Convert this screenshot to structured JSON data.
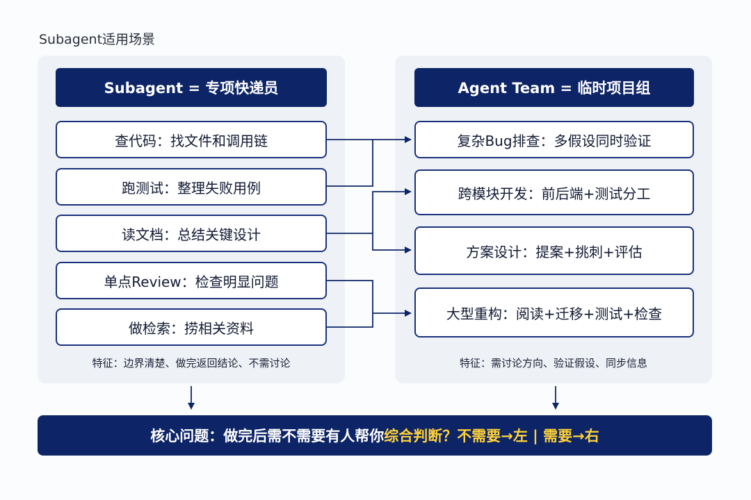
{
  "page_title": "Subagent适用场景",
  "left_panel": {
    "header": "Subagent = 专项快递员",
    "items": [
      "查代码：找文件和调用链",
      "跑测试：整理失败用例",
      "读文档：总结关键设计",
      "单点Review：检查明显问题",
      "做检索：捞相关资料"
    ],
    "footnote": "特征：边界清楚、做完返回结论、不需讨论"
  },
  "right_panel": {
    "header": "Agent Team = 临时项目组",
    "items": [
      "复杂Bug排查：多假设同时验证",
      "跨模块开发：前后端+测试分工",
      "方案设计：提案+挑刺+评估",
      "大型重构：阅读+迁移+测试+检查"
    ],
    "footnote": "特征：需讨论方向、验证假设、同步信息"
  },
  "bottom": {
    "lead": "核心问题：做完后需不需要有人帮你",
    "highlight": "综合判断？不需要→左 | 需要→右"
  },
  "colors": {
    "navy": "#0d2466",
    "highlight": "#ffd23a",
    "panel_bg": "#eef1f6"
  }
}
